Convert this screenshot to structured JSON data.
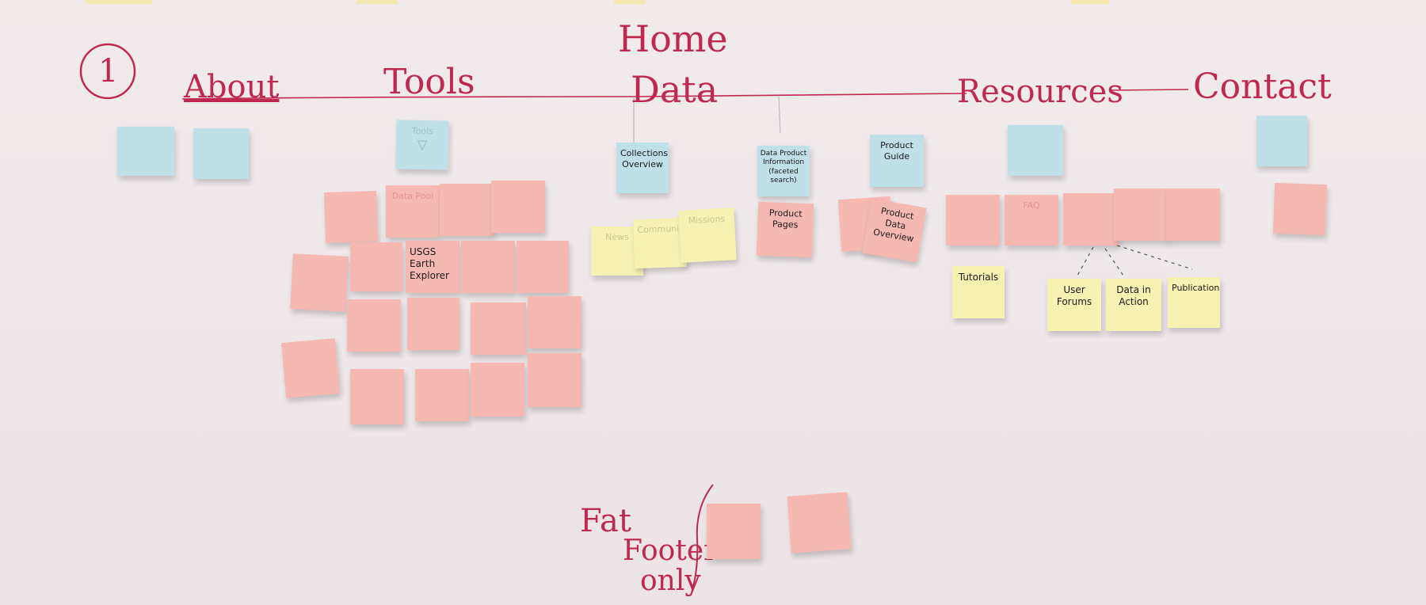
{
  "header_marks": {
    "number": "1",
    "home": "Home",
    "about": "About",
    "tools": "Tools",
    "data": "Data",
    "resources": "Resources",
    "contact": "Contact"
  },
  "footer_marks": {
    "fat": "Fat",
    "footer": "Footer",
    "only": "only"
  },
  "legible_notes": {
    "collections_overview": "Collections Overview",
    "data_product_information": "Data Product Information (faceted search)",
    "product_pages": "Product Pages",
    "product_guide": "Product Guide",
    "product_data_overview": "Product Data Overview",
    "usgs_earth_explorer": "USGS Earth Explorer",
    "tutorials": "Tutorials",
    "user_forums": "User Forums",
    "data_in_action": "Data in Action",
    "publications": "Publications"
  },
  "faded_notes": {
    "tools": "Tools",
    "data_pool": "Data Pool",
    "news": "News",
    "community": "Community",
    "missions": "Missions",
    "faq": "FAQ"
  },
  "colors": {
    "marker": "#c0294f",
    "note_pink": "#f6b9b2",
    "note_blue": "#bfe0e6",
    "note_yellow": "#f6f3b2",
    "board": "#efe8ea"
  }
}
